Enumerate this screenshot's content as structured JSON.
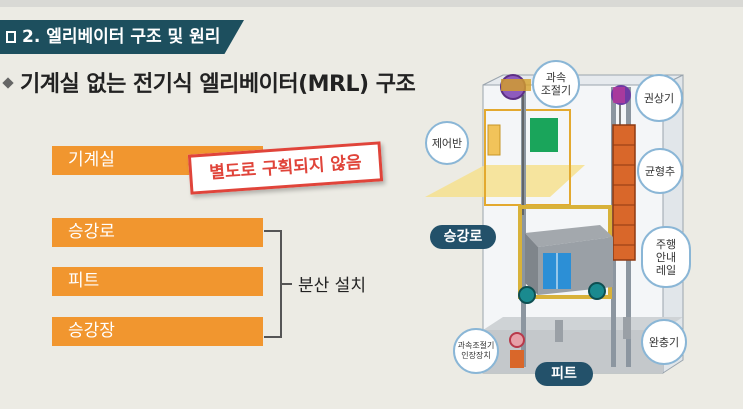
{
  "section": {
    "title": "2. 엘리베이터 구조 및 원리"
  },
  "main_title": "기계실 없는 전기식 엘리베이터(MRL) 구조",
  "left_items": {
    "machine_room": "기계실",
    "machine_room_note": "별도로 구획되지 않음",
    "hoistway": "승강로",
    "pit": "피트",
    "landing": "승강장",
    "distributed": "분산 설치"
  },
  "diagram_labels": {
    "governor": "과속\n조절기",
    "hoist": "권상기",
    "controller": "제어반",
    "counterweight": "균형추",
    "hoistway": "승강로",
    "guide_rail": "주행\n안내\n레일",
    "governor_tension": "과속조절기\n인장장치",
    "pit": "피트",
    "buffer": "완충기"
  },
  "colors": {
    "accent_orange": "#f1962f",
    "header_teal": "#1d4f5e",
    "stamp_red": "#e0443a",
    "pill_navy": "#23516a"
  }
}
